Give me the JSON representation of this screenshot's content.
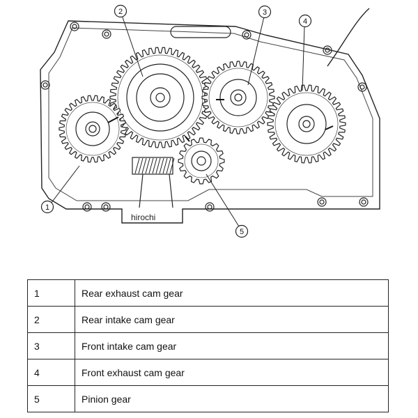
{
  "diagram": {
    "watermark": "hirochi",
    "callouts": [
      {
        "number": "1"
      },
      {
        "number": "2"
      },
      {
        "number": "3"
      },
      {
        "number": "4"
      },
      {
        "number": "5"
      }
    ]
  },
  "legend": {
    "rows": [
      {
        "number": "1",
        "label": "Rear exhaust cam gear"
      },
      {
        "number": "2",
        "label": "Rear intake cam gear"
      },
      {
        "number": "3",
        "label": "Front intake cam gear"
      },
      {
        "number": "4",
        "label": "Front exhaust cam gear"
      },
      {
        "number": "5",
        "label": "Pinion gear"
      }
    ]
  }
}
